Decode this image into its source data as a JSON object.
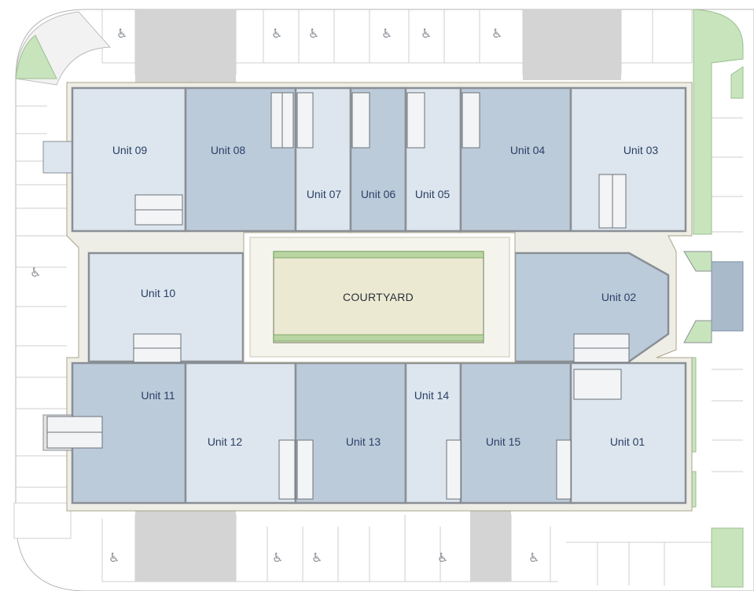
{
  "plan": {
    "courtyard_label": "COURTYARD",
    "units": [
      {
        "key": "u09",
        "label": "Unit 09",
        "tone": "light"
      },
      {
        "key": "u08",
        "label": "Unit 08",
        "tone": "dark"
      },
      {
        "key": "u07",
        "label": "Unit 07",
        "tone": "light"
      },
      {
        "key": "u06",
        "label": "Unit 06",
        "tone": "dark"
      },
      {
        "key": "u05",
        "label": "Unit 05",
        "tone": "light"
      },
      {
        "key": "u04",
        "label": "Unit 04",
        "tone": "dark"
      },
      {
        "key": "u03",
        "label": "Unit 03",
        "tone": "light"
      },
      {
        "key": "u10",
        "label": "Unit 10",
        "tone": "light"
      },
      {
        "key": "u02",
        "label": "Unit 02",
        "tone": "dark"
      },
      {
        "key": "u11",
        "label": "Unit 11",
        "tone": "dark"
      },
      {
        "key": "u12",
        "label": "Unit 12",
        "tone": "light"
      },
      {
        "key": "u13",
        "label": "Unit 13",
        "tone": "dark"
      },
      {
        "key": "u14",
        "label": "Unit 14",
        "tone": "light"
      },
      {
        "key": "u15",
        "label": "Unit 15",
        "tone": "dark"
      },
      {
        "key": "u01",
        "label": "Unit 01",
        "tone": "light"
      }
    ],
    "colors": {
      "unit_light": "#dde6ee",
      "unit_dark": "#bccbda",
      "wall": "#8a8f95",
      "courtyard_fill": "#ece9d3",
      "courtyard_edge": "#b9d6a2",
      "grass": "#c8e4bd",
      "walkway": "#f0efea",
      "sidewalk": "#f4f4f4",
      "gray_block": "#d4d4d4",
      "blue_block": "#a9bacb",
      "text": "#2a3f66"
    },
    "icons": [
      "accessible-parking-icon",
      "stair-icon",
      "door-icon"
    ]
  }
}
